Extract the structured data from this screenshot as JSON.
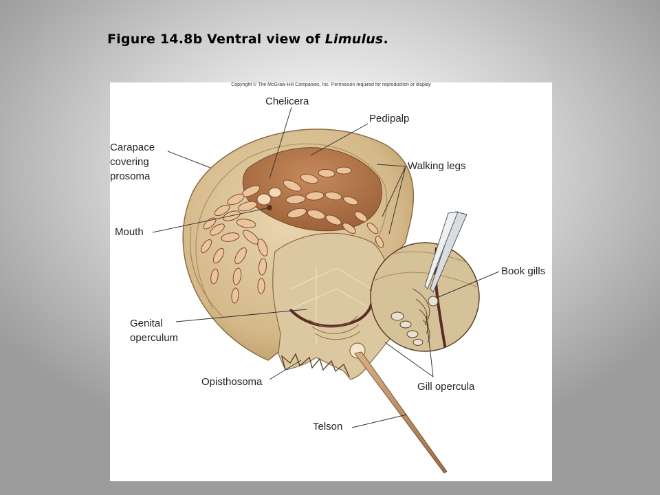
{
  "title": {
    "prefix": "Figure 14.8b  Ventral view of ",
    "italic": "Limulus",
    "suffix": "."
  },
  "copyright": "Copyright © The McGraw-Hill Companies, Inc. Permission required for reproduction or display",
  "labels": {
    "chelicera": "Chelicera",
    "pedipalp": "Pedipalp",
    "carapace_1": "Carapace",
    "carapace_2": "covering",
    "carapace_3": "prosoma",
    "walking_legs": "Walking legs",
    "mouth": "Mouth",
    "book_gills": "Book gills",
    "genital_1": "Genital",
    "genital_2": "operculum",
    "opisthosoma": "Opisthosoma",
    "gill_opercula": "Gill opercula",
    "telson": "Telson"
  },
  "colors": {
    "carapace": "#c7a877",
    "carapace_inner": "#e6d3ae",
    "prosoma_dark": "#a6693f",
    "leg_segment": "#e9bf98",
    "leg_outline": "#7a4a2a",
    "opisthosoma": "#d9c59b",
    "operculum_edge": "#5b2b26",
    "telson": "#b78a5e"
  }
}
